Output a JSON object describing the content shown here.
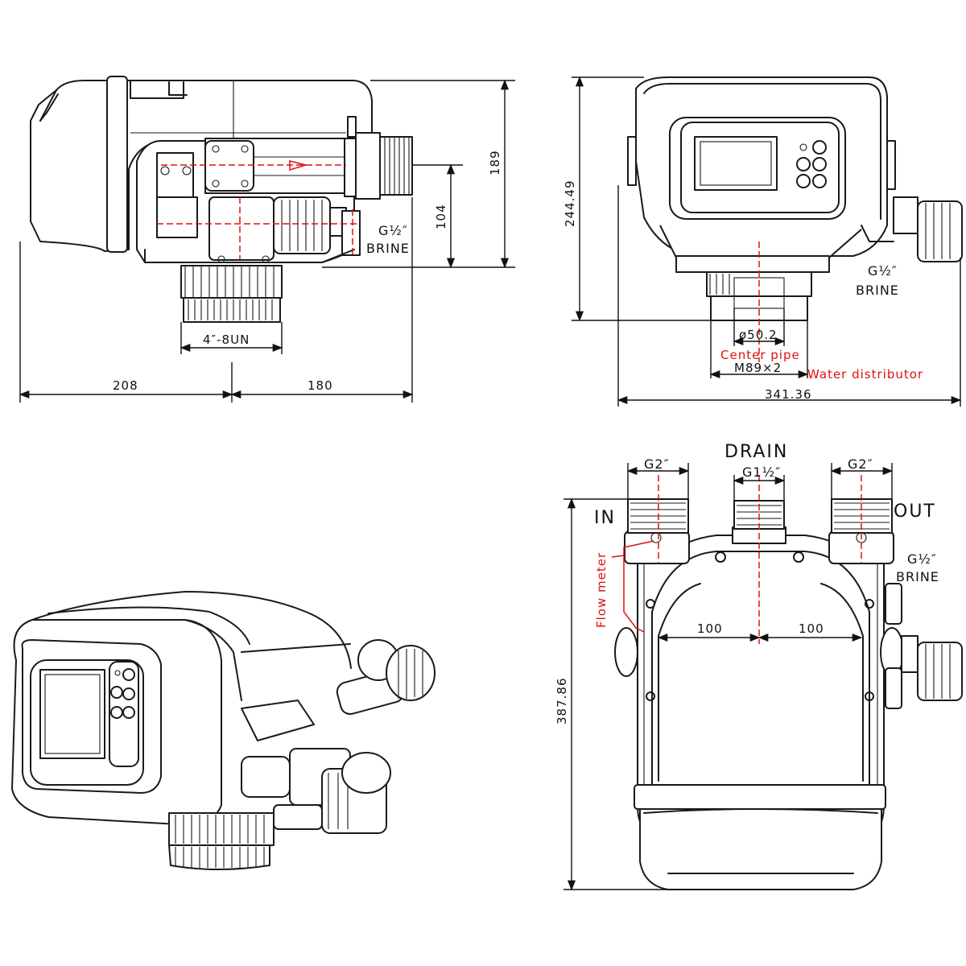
{
  "top_left": {
    "dims": {
      "d189": "189",
      "d104": "104",
      "d208": "208",
      "d180": "180",
      "thread": "4″-8UN"
    },
    "brine_fraction": "G½″",
    "brine": "BRINE"
  },
  "top_right": {
    "dims": {
      "height": "244.49",
      "width": "341.36",
      "dia": "ø50.2",
      "thread": "M89×2"
    },
    "brine_fraction": "G½″",
    "brine": "BRINE",
    "center_pipe": "Center pipe",
    "water_distributor": "Water distributor"
  },
  "bottom_right": {
    "drain": "DRAIN",
    "in": "IN",
    "out": "OUT",
    "g2_left": "G2″",
    "g2_right": "G2″",
    "drain_port": "G1½″",
    "brine_fraction": "G½″",
    "brine": "BRINE",
    "flow_meter": "Flow meter",
    "dim_left": "100",
    "dim_right": "100",
    "height": "387.86"
  },
  "colors": {
    "line": "#1a1a1a",
    "accent": "#e01010"
  }
}
